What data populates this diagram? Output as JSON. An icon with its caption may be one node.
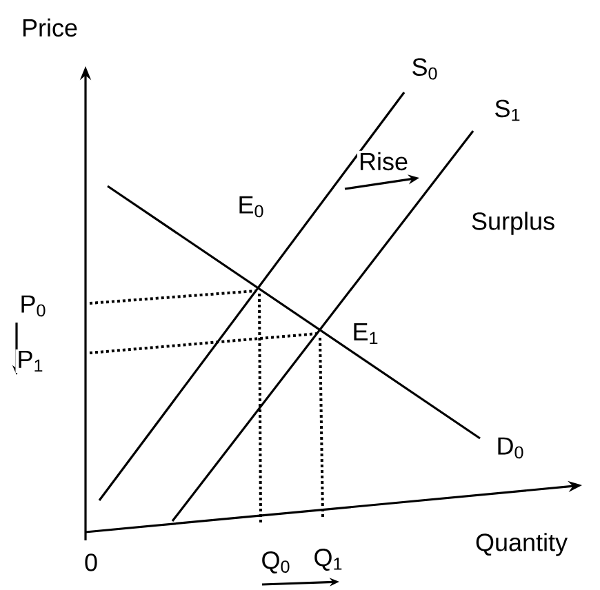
{
  "diagram": {
    "labels": [
      "Price",
      "S$_{0}$",
      "S$_{1}$",
      "Rise",
      "Surplus",
      "E$_{0}$",
      "P$_{0}$",
      "P$_{1}$",
      "E$_{1}$",
      "D$_{0}$",
      "Quantity",
      "0",
      "Q$_{0}$",
      "Q$_{1}$"
    ]
  }
}
